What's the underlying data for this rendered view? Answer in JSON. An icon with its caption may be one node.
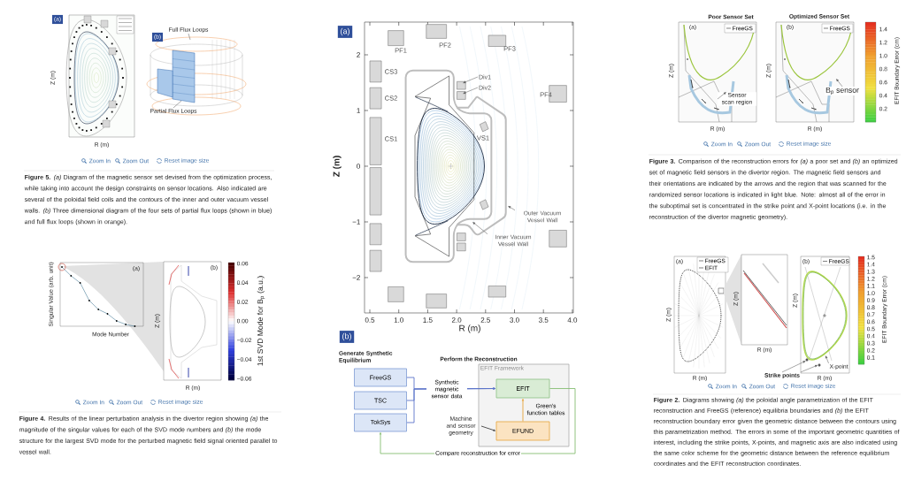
{
  "diagram": {
    "nodes": [
      {
        "text": [
          "FreeGS"
        ]
      },
      {
        "text": [
          "TSC"
        ]
      },
      {
        "text": [
          "TokSys"
        ]
      },
      {
        "text": [
          "EFIT Framework"
        ]
      },
      {
        "text": [
          "EFIT"
        ],
        "in": 3
      },
      {
        "text": [
          "EFUND"
        ],
        "in": 3
      },
      {
        "text": [
          "Machine and sensor geometry"
        ]
      },
      {
        "text": [
          "Div1"
        ]
      },
      {
        "text": [
          "Div2"
        ]
      },
      {
        "text": [
          "Outer Vacuum Vessel Wall"
        ]
      },
      {
        "text": [
          "Inner Vacuum Vessel Wall"
        ]
      },
      {
        "text": [
          "Full Flux Loops"
        ]
      },
      {
        "text": [
          "Partial Flux Loops"
        ]
      },
      {
        "text": [
          "Sensor scan region"
        ]
      },
      {
        "text": [
          "B$_{p}$ sensor"
        ]
      },
      {
        "text": [
          "X-point"
        ]
      },
      {
        "text": [
          "Strike points"
        ]
      },
      {
        "text": [],
        "shape": "circle"
      },
      {
        "text": [],
        "shape": "circle"
      }
    ],
    "edges": [
      {
        "from": 0,
        "to": 4,
        "arrow": "to",
        "label": "Synthetic magnetic sensor data",
        "color": "#5b74c9"
      },
      {
        "from": 1,
        "to": 4,
        "arrow": "to",
        "color": "#5b74c9"
      },
      {
        "from": 2,
        "to": 4,
        "arrow": "to",
        "color": "#5b74c9"
      },
      {
        "from": 6,
        "to": 5,
        "arrow": "to"
      },
      {
        "from": 5,
        "to": 4,
        "arrow": "to",
        "label": "Green's function tables",
        "color": "#e7a43b"
      },
      {
        "from": 4,
        "to": 2,
        "arrow": "to",
        "label": "Compare reconstruction for error",
        "color": "#86bd73"
      },
      {
        "from": 7,
        "to": null,
        "arrow": "to"
      },
      {
        "from": 8,
        "to": null,
        "arrow": "to"
      },
      {
        "from": 9,
        "to": null,
        "arrow": "to"
      },
      {
        "from": 10,
        "to": null,
        "arrow": "to"
      },
      {
        "from": 11,
        "to": null,
        "arrow": "none"
      },
      {
        "from": 12,
        "to": null,
        "arrow": "none"
      },
      {
        "from": 13,
        "to": null,
        "arrow": "to"
      },
      {
        "from": 14,
        "to": null,
        "arrow": "to"
      },
      {
        "from": 15,
        "to": null,
        "arrow": "to"
      },
      {
        "from": 16,
        "to": 17,
        "arrow": "to"
      },
      {
        "from": 16,
        "to": 18,
        "arrow": "to"
      }
    ],
    "labels": [
      "(a)",
      "(b)",
      "Z (m)",
      "R (m)",
      "Zoom In",
      "Zoom Out",
      "Reset image size",
      "**Figure 5.** *(a)* Diagram of the magnetic sensor set devised from the optimization process, while taking into account the design constraints on sensor locations. Also indicated are several of the poloidal field coils and the contours of the inner and outer vacuum vessel walls. *(b)* Three dimensional diagram of the four sets of partial flux loops (shown in blue) and full flux loops (shown in orange).",
      "(a)",
      "PF1",
      "PF2",
      "PF3",
      "CS3",
      "CS2",
      "CS1",
      "PF4",
      "VS1",
      "2",
      "1",
      "0",
      "−1",
      "−2",
      "Z (m)",
      "0.5",
      "1.0",
      "1.5",
      "2.0",
      "2.5",
      "3.0",
      "3.5",
      "4.0",
      "R (m)",
      "Poor Sensor Set",
      "Optimized Sensor Set",
      "(a)",
      "(b)",
      "1.4",
      "1.2",
      "1.0",
      "0.8",
      "0.6",
      "0.4",
      "0.2",
      "EFIT Boundary Error (cm)",
      "Z (m)",
      "Z (m)",
      "R (m)",
      "R (m)",
      "Zoom In",
      "Zoom Out",
      "Reset image size",
      "**Figure 3.** Comparison of the reconstruction errors for *(a)* a poor set and *(b)* an optimized set of magnetic field sensors in the divertor region. The magnetic field sensors and their orientations are indicated by the arrows and the region that was scanned for the randomized sensor locations is indicated in light blue. Note: almost all of the error in the suboptimal set is concentrated in the strike point and X-point locations (i.e. in the reconstruction of the divertor magnetic geometry).",
      "(a)",
      "(b)",
      "Singular Value (arb. unit)",
      "Mode Number",
      "Z (m)",
      "R (m)",
      "0.06",
      "0.04",
      "0.02",
      "0.00",
      "−0.02",
      "−0.04",
      "−0.06",
      "1st SVD Mode for B$_{p}$ (a.u.)",
      "Zoom In",
      "Zoom Out",
      "Reset image size",
      "**Figure 4.** Results of the linear perturbation analysis in the divertor region showing *(a)* the magnitude of the singular values for each of the SVD mode numbers and *(b)* the mode structure for the largest SVD mode for the perturbed magnetic field signal oriented parallel to vessel wall.",
      "(b)",
      "Generate Synthetic Equilibrium",
      "Perform the Reconstruction",
      "(a)",
      "(b)",
      "Z (m)",
      "Z (m)",
      "Z (m)",
      "R (m)",
      "R (m)",
      "R (m)",
      "EFIT Boundary Error (cm)",
      "Zoom In",
      "Zoom Out",
      "Reset image size",
      "**Figure 2.** Diagrams showing *(a)* the poloidal angle parametrization of the EFIT reconstruction and FreeGS (reference) equilibria boundaries and *(b)* the EFIT reconstruction boundary error given the geometric distance between the contours using this parametrization method. The errors in some of the important geometric quantities of interest, including the strike points, X-points, and magnetic axis are also indicated using the same color scheme for the geometric distance between the reference equilibrium coordinates and the EFIT reconstruction coordinates.",
      "1.5",
      "1.4",
      "1.3",
      "1.2",
      "1.1",
      "1.0",
      "0.9",
      "0.8",
      "0.7",
      "0.6",
      "0.5",
      "0.4",
      "0.3",
      "0.2",
      "0.1"
    ],
    "legend": [
      {
        "text": "FreeGS"
      },
      {
        "text": "FreeGS"
      },
      {
        "text": "FreeGS"
      },
      {
        "text": "EFIT"
      },
      {
        "text": "FreeGS"
      }
    ]
  }
}
